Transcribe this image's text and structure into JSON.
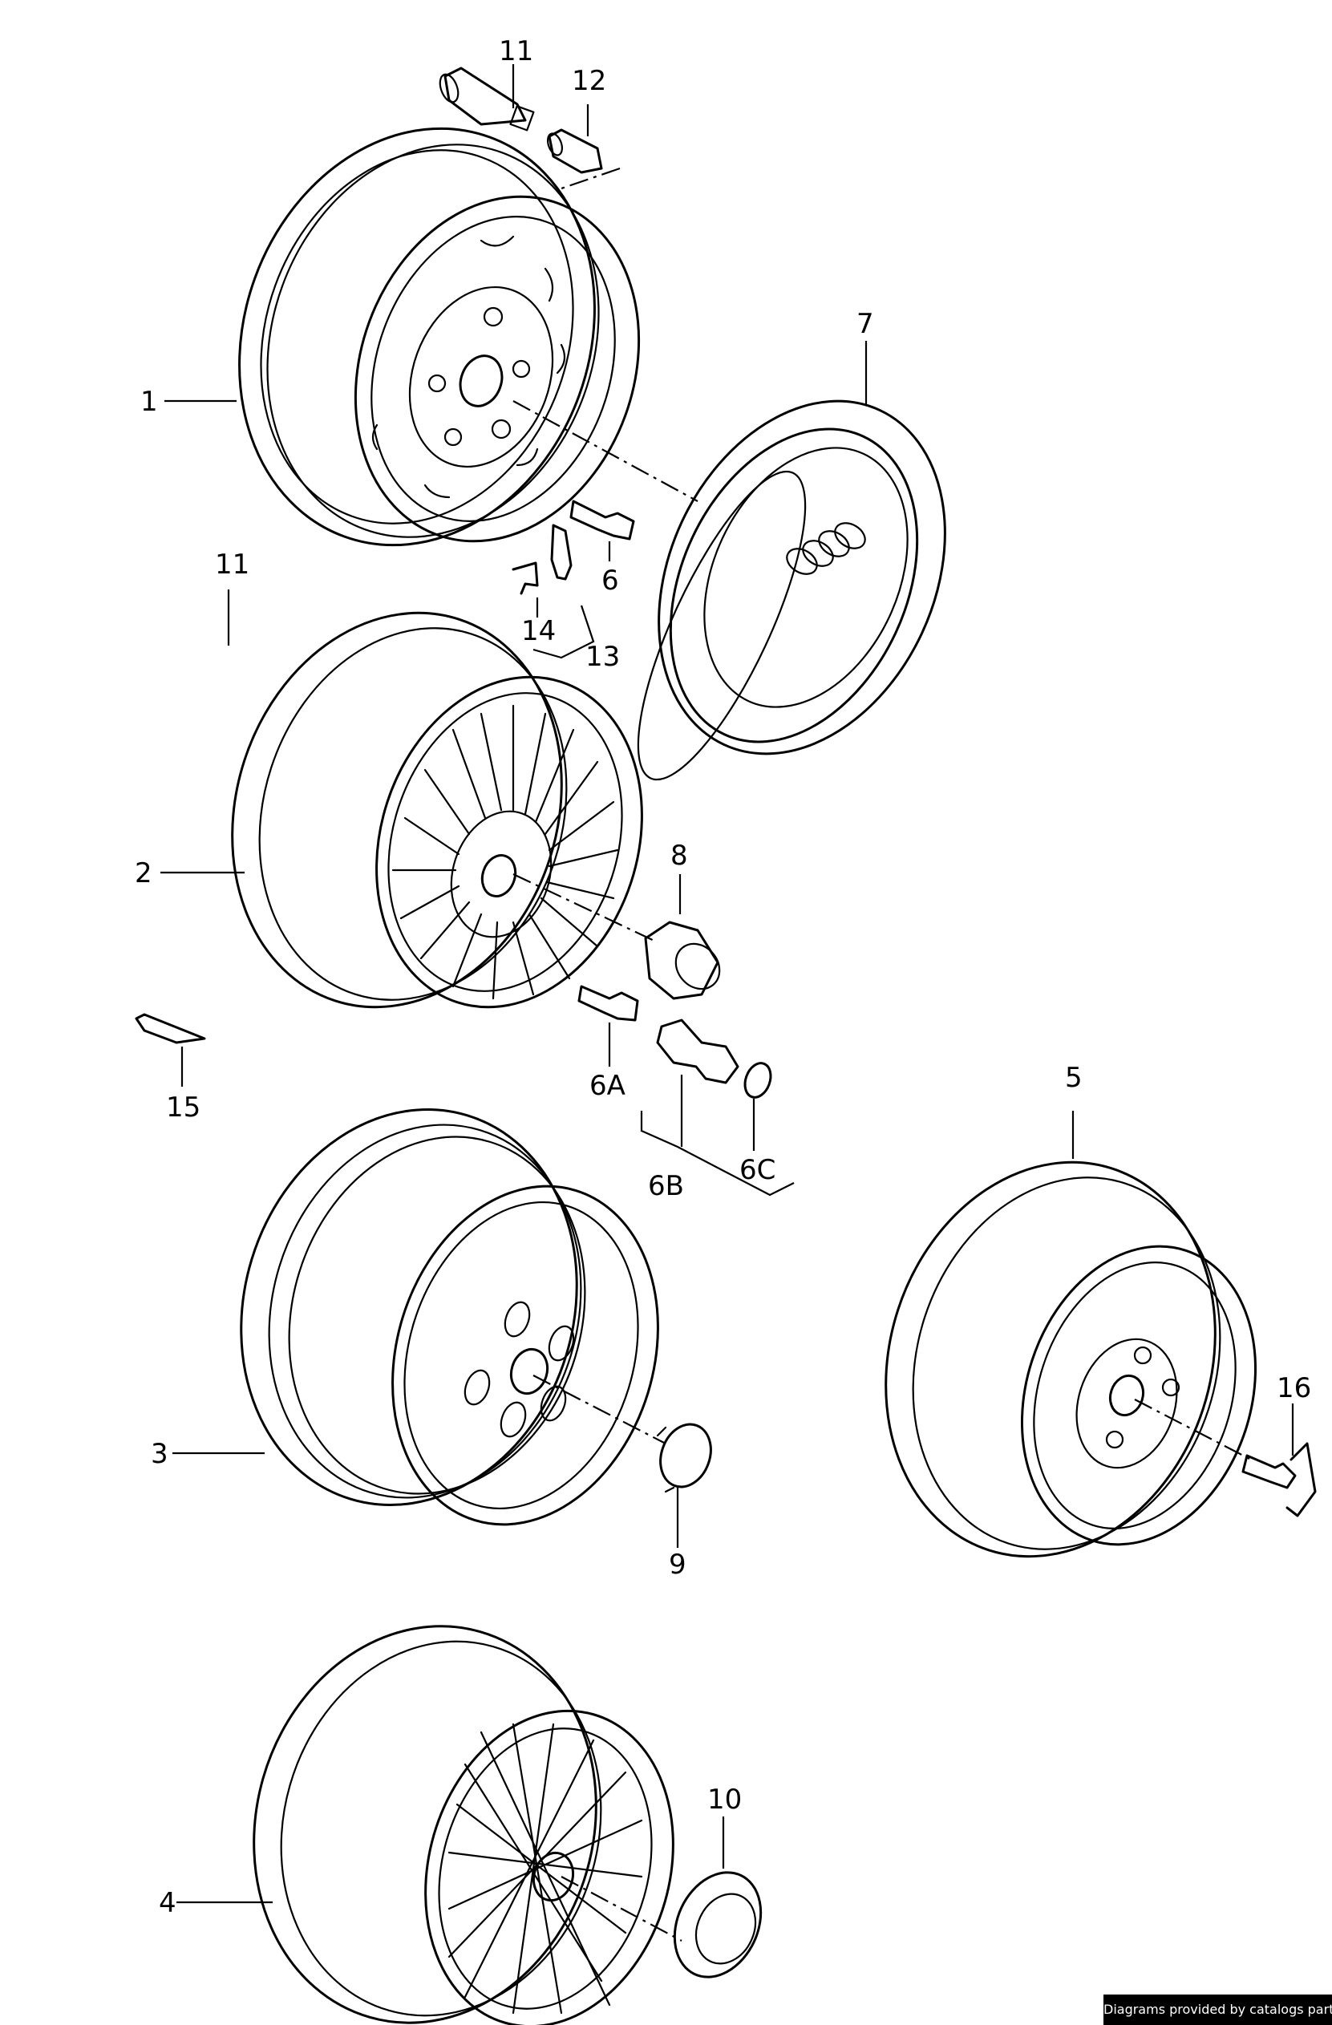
{
  "callouts": [
    {
      "id": "1",
      "label": "1"
    },
    {
      "id": "2",
      "label": "2"
    },
    {
      "id": "3",
      "label": "3"
    },
    {
      "id": "4",
      "label": "4"
    },
    {
      "id": "5",
      "label": "5"
    },
    {
      "id": "6",
      "label": "6"
    },
    {
      "id": "6A",
      "label": "6A"
    },
    {
      "id": "6B",
      "label": "6B"
    },
    {
      "id": "6C",
      "label": "6C"
    },
    {
      "id": "7",
      "label": "7"
    },
    {
      "id": "8",
      "label": "8"
    },
    {
      "id": "9",
      "label": "9"
    },
    {
      "id": "10",
      "label": "10"
    },
    {
      "id": "11a",
      "label": "11"
    },
    {
      "id": "11b",
      "label": "11"
    },
    {
      "id": "12",
      "label": "12"
    },
    {
      "id": "13",
      "label": "13"
    },
    {
      "id": "14",
      "label": "14"
    },
    {
      "id": "15",
      "label": "15"
    },
    {
      "id": "16",
      "label": "16"
    }
  ],
  "credit": "Diagrams provided by catalogs parts"
}
